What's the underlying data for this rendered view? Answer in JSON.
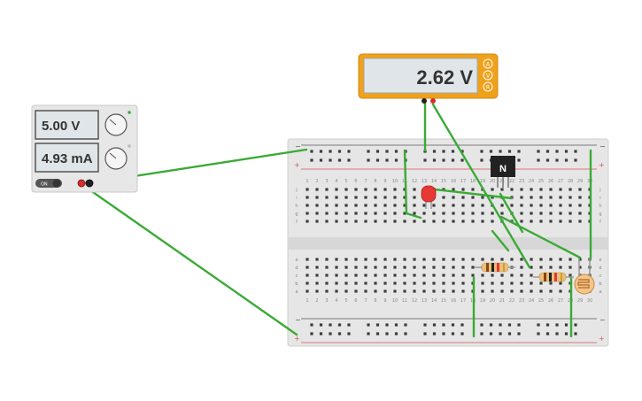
{
  "power_supply": {
    "voltage_display": "5.00 V",
    "current_display": "4.93 mA",
    "switch_label": "ON"
  },
  "multimeter": {
    "reading": "2.62 V",
    "modes": [
      "A",
      "V",
      "R"
    ]
  },
  "transistor": {
    "label": "N"
  },
  "breadboard": {
    "columns": 30,
    "top_row_letters": [
      "j",
      "i",
      "h",
      "g",
      "f"
    ],
    "bottom_row_letters": [
      "e",
      "d",
      "c",
      "b",
      "a"
    ],
    "rail_plus": "+",
    "rail_minus": "−"
  },
  "colors": {
    "wire": "#3aaa35",
    "lcd": "#dfe5e8",
    "multimeter_body": "#f0a11c",
    "supply_body": "#e7e7e7",
    "rail_red": "#d9534f",
    "led": "#e53935"
  }
}
